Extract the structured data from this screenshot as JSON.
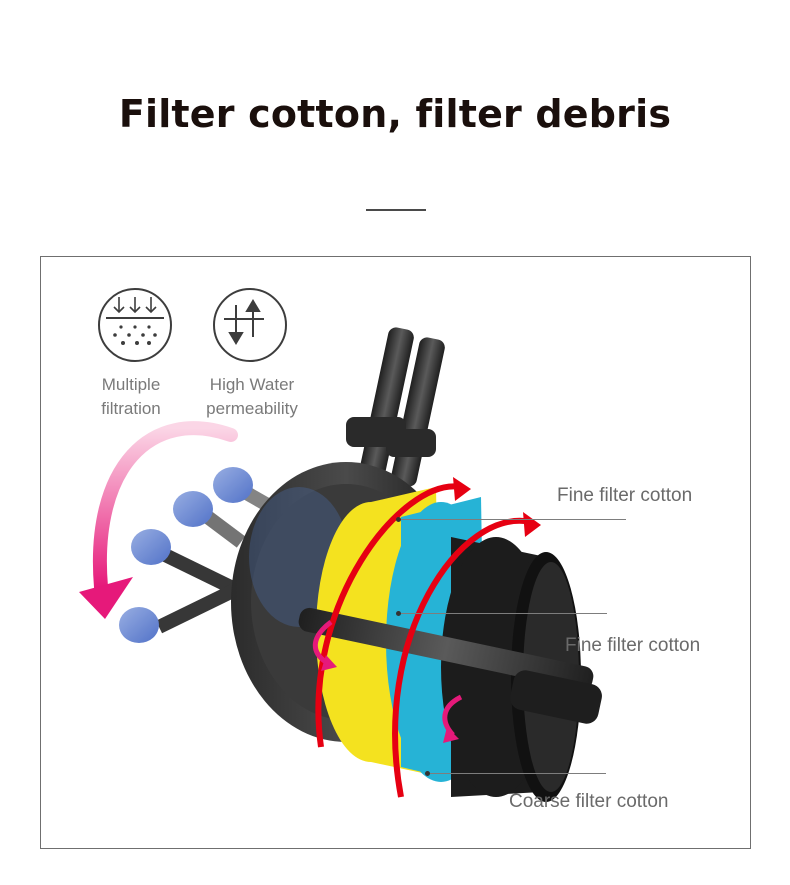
{
  "header": {
    "title": "Filter cotton, filter debris"
  },
  "features": [
    {
      "icon": "filtration-arrows-icon",
      "label": "Multiple\nfiltration"
    },
    {
      "icon": "permeability-arrows-icon",
      "label": "High Water\npermeability"
    }
  ],
  "callouts": [
    {
      "label": "Fine filter cotton"
    },
    {
      "label": "Fine filter cotton"
    },
    {
      "label": "Coarse filter cotton"
    }
  ],
  "colors": {
    "yellow_sponge": "#f4e21f",
    "blue_sponge": "#26b3d6",
    "black_sponge": "#1c1c1c",
    "red_arrow": "#e60012",
    "pink_arrow": "#e6197a"
  }
}
